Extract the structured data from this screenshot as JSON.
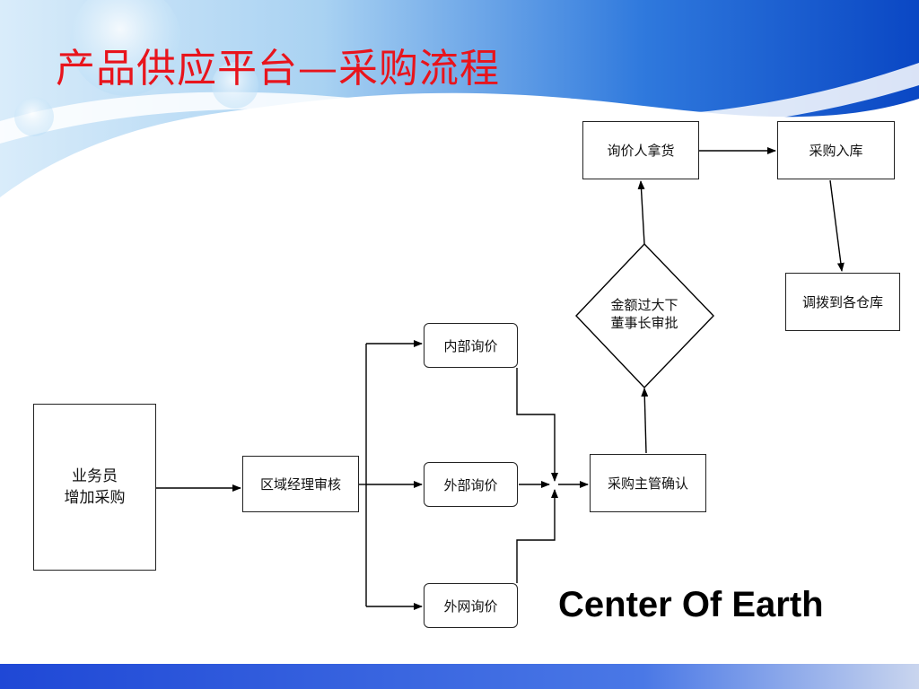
{
  "title": "产品供应平台—采购流程",
  "nodes": {
    "salesman": [
      "业务员",
      "增加采购"
    ],
    "regional_review": "区域经理审核",
    "internal_inquiry": "内部询价",
    "external_inquiry": "外部询价",
    "online_inquiry": "外网询价",
    "purchase_manager_confirm": "采购主管确认",
    "chairman_approval": [
      "金额过大下",
      "董事长审批"
    ],
    "inquirer_pickup": "询价人拿货",
    "purchase_stock_in": "采购入库",
    "transfer_to_warehouses": "调拨到各仓库"
  },
  "brand": "Center Of Earth",
  "colors": {
    "title": "#e8141c",
    "banner_blue": "#1f5fd6",
    "bottom_bar": "#2a56d8"
  }
}
